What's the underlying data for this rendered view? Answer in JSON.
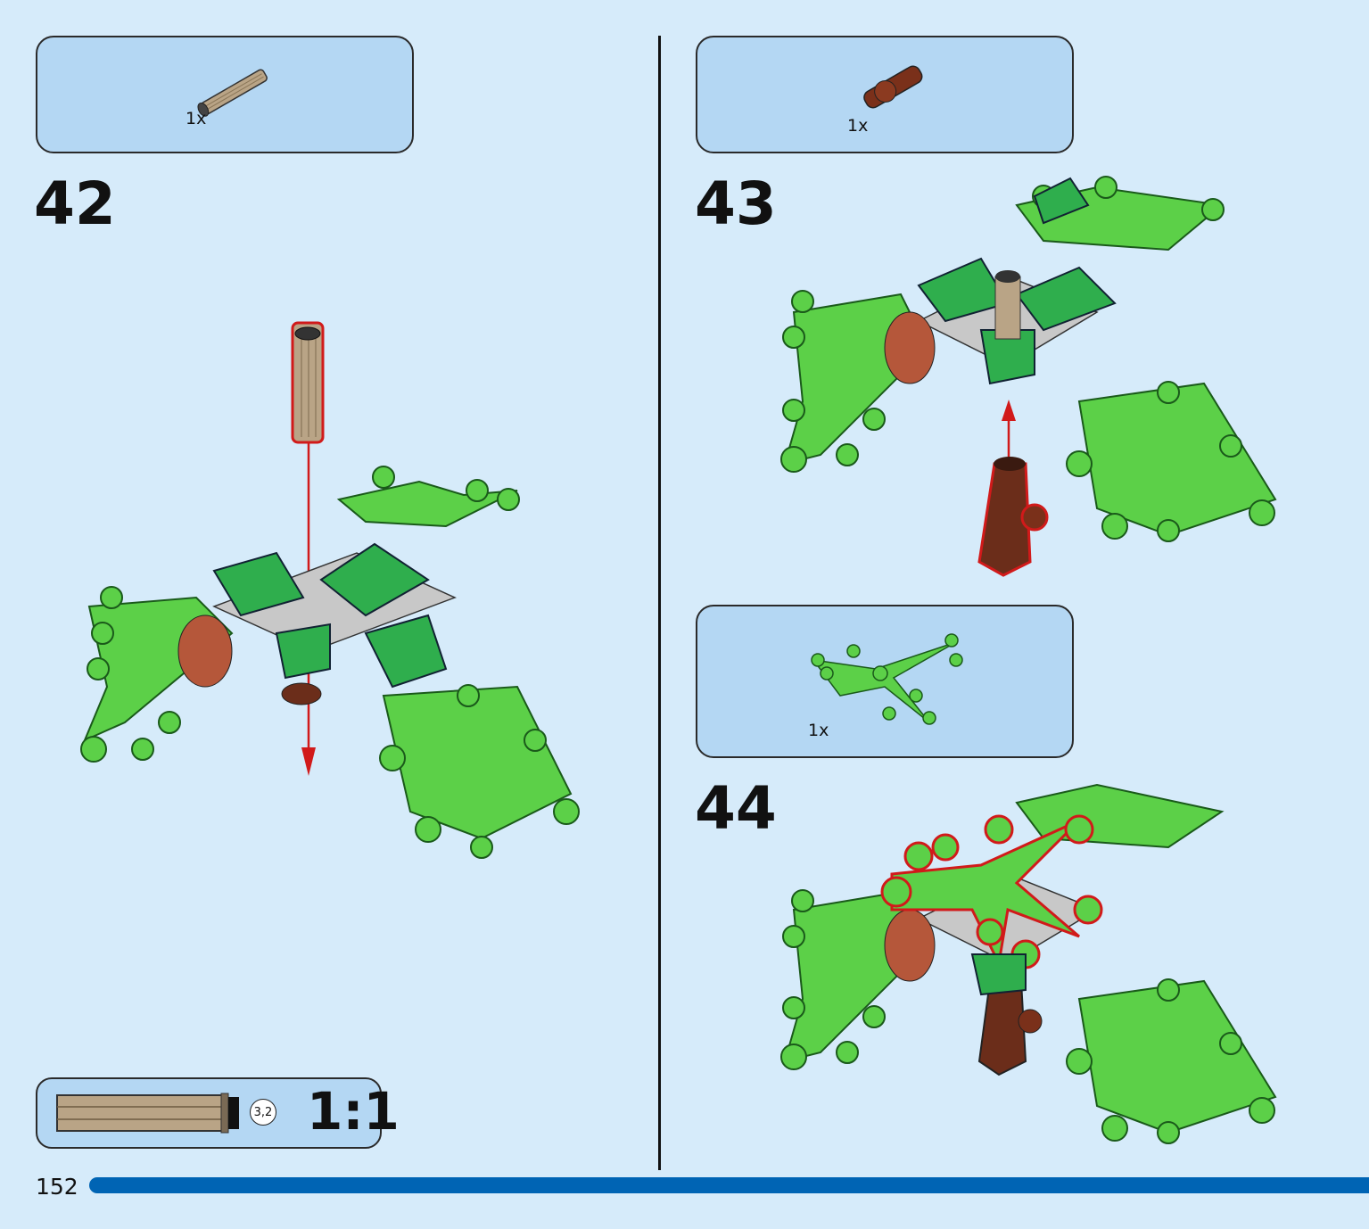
{
  "page": {
    "number": "152"
  },
  "steps": [
    {
      "number": "42",
      "parts": [
        {
          "qty": "1x",
          "part": "tan axle"
        }
      ]
    },
    {
      "number": "43",
      "parts": [
        {
          "qty": "1x",
          "part": "reddish-brown axle connector"
        }
      ]
    },
    {
      "number": "44",
      "parts": [
        {
          "qty": "1x",
          "part": "green leaf branch"
        }
      ]
    }
  ],
  "length_gauge": {
    "value": "3,2",
    "scale": "1:1"
  },
  "colors": {
    "background": "#d6ebfa",
    "callout": "#b4d7f3",
    "leaf_green": "#5cd048",
    "dark_green": "#2fae4d",
    "brown": "#6b2d1a",
    "tan": "#b9a486",
    "highlight_red": "#d11a1a",
    "page_bar": "#0064b4"
  }
}
